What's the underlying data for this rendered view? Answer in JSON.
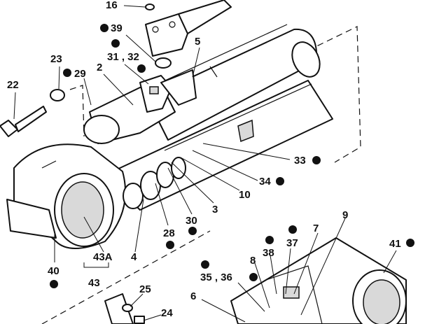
{
  "callouts": [
    {
      "id": "c16",
      "text": "16",
      "marked": false
    },
    {
      "id": "c39",
      "text": "39",
      "marked": true
    },
    {
      "id": "c5",
      "text": "5",
      "marked": false
    },
    {
      "id": "c31_32",
      "text": "31 , 32",
      "marked": true
    },
    {
      "id": "c23",
      "text": "23",
      "marked": false
    },
    {
      "id": "c29",
      "text": "29",
      "marked": true
    },
    {
      "id": "c2",
      "text": "2",
      "marked": false
    },
    {
      "id": "c22",
      "text": "22",
      "marked": false
    },
    {
      "id": "c33",
      "text": "33",
      "marked": true
    },
    {
      "id": "c34",
      "text": "34",
      "marked": true
    },
    {
      "id": "c10",
      "text": "10",
      "marked": false
    },
    {
      "id": "c3",
      "text": "3",
      "marked": false
    },
    {
      "id": "c30",
      "text": "30",
      "marked": true
    },
    {
      "id": "c28",
      "text": "28",
      "marked": true
    },
    {
      "id": "c4",
      "text": "4",
      "marked": false
    },
    {
      "id": "c43A",
      "text": "43A",
      "marked": false
    },
    {
      "id": "c43",
      "text": "43",
      "marked": false
    },
    {
      "id": "c40",
      "text": "40",
      "marked": true
    },
    {
      "id": "c9",
      "text": "9",
      "marked": false
    },
    {
      "id": "c7",
      "text": "7",
      "marked": true
    },
    {
      "id": "c37",
      "text": "37",
      "marked": true
    },
    {
      "id": "c38",
      "text": "38",
      "marked": true
    },
    {
      "id": "c41",
      "text": "41",
      "marked": true
    },
    {
      "id": "c8",
      "text": "8",
      "marked": false
    },
    {
      "id": "c35_36",
      "text": "35 , 36",
      "marked": true
    },
    {
      "id": "c25",
      "text": "25",
      "marked": false
    },
    {
      "id": "c24",
      "text": "24",
      "marked": false
    },
    {
      "id": "c6",
      "text": "6",
      "marked": false
    }
  ]
}
